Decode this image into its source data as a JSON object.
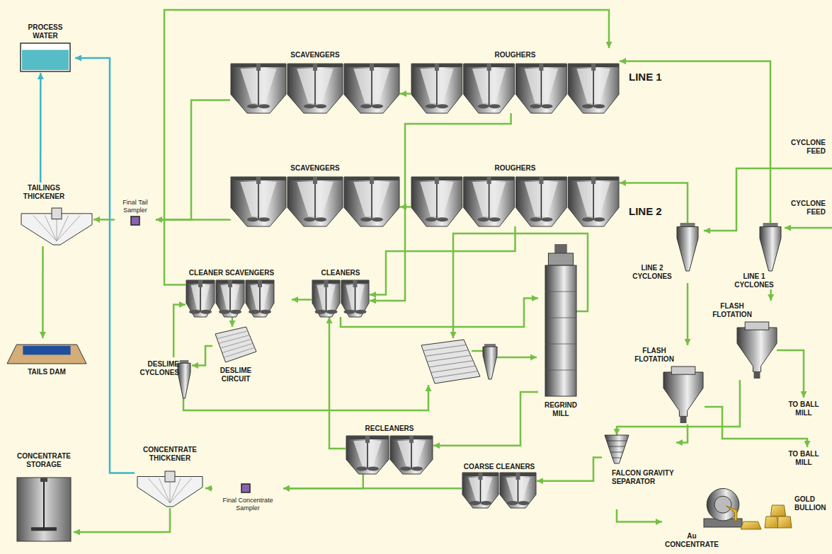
{
  "diagram": {
    "nodes": [
      {
        "text": [
          "PROCESS WATER"
        ]
      },
      {
        "text": [
          "SCAVENGERS"
        ]
      },
      {
        "text": [
          "ROUGHERS"
        ]
      },
      {
        "text": [
          "SCAVENGERS"
        ]
      },
      {
        "text": [
          "ROUGHERS"
        ]
      },
      {
        "text": [
          "TAILINGS THICKENER"
        ]
      },
      {
        "text": [
          "Final Tail Sampler"
        ]
      },
      {
        "text": [
          "CLEANER SCAVENGERS"
        ]
      },
      {
        "text": [
          "CLEANERS"
        ]
      },
      {
        "text": [
          "DESLIME CIRCUIT"
        ]
      },
      {
        "text": [
          "DESLIME CYCLONES"
        ]
      },
      {
        "text": [
          "TAILS DAM"
        ]
      },
      {
        "text": [
          "LINE 2 CYCLONES"
        ]
      },
      {
        "text": [
          "LINE 1 CYCLONES"
        ]
      },
      {
        "text": [
          "FLASH FLOTATION"
        ]
      },
      {
        "text": [
          "FLASH FLOTATION"
        ]
      },
      {
        "text": [
          "REGRIND MILL"
        ]
      },
      {
        "text": [
          "RECLEANERS"
        ]
      },
      {
        "text": [
          "CONCENTRATE THICKENER"
        ]
      },
      {
        "text": [
          "Final Concentrate Sampler"
        ]
      },
      {
        "text": [
          "CONCENTRATE STORAGE"
        ]
      },
      {
        "text": [
          "COARSE CLEANERS"
        ]
      },
      {
        "text": [
          "FALCON GRAVITY SEPARATOR"
        ]
      },
      {
        "text": [
          "Au CONCENTRATE"
        ]
      },
      {
        "text": [
          "GOLD BULLION"
        ]
      }
    ],
    "edges": [
      {
        "from": 2,
        "to": 1,
        "arrow": "to"
      },
      {
        "from": 4,
        "to": 3,
        "arrow": "to"
      },
      {
        "from": 3,
        "to": 6,
        "arrow": "none"
      },
      {
        "from": 1,
        "to": 6,
        "arrow": "to"
      },
      {
        "from": 6,
        "to": 5,
        "arrow": "to"
      },
      {
        "from": 5,
        "to": 0,
        "arrow": "to"
      },
      {
        "from": 18,
        "to": 0,
        "arrow": "to"
      },
      {
        "from": 5,
        "to": 11,
        "arrow": "to"
      },
      {
        "from": 13,
        "to": 2,
        "arrow": "to"
      },
      {
        "from": 12,
        "to": 4,
        "arrow": "to"
      },
      {
        "from": 13,
        "to": 15,
        "arrow": "to"
      },
      {
        "from": 12,
        "to": 14,
        "arrow": "to"
      },
      {
        "from": 15,
        "to": 22,
        "arrow": "to"
      },
      {
        "from": 14,
        "to": 22,
        "arrow": "to"
      },
      {
        "from": 22,
        "to": 21,
        "arrow": "to"
      },
      {
        "from": 22,
        "to": 23,
        "arrow": "to"
      },
      {
        "from": 21,
        "to": 19,
        "arrow": "to"
      },
      {
        "from": 17,
        "to": 19,
        "arrow": "to"
      },
      {
        "from": 16,
        "to": 17,
        "arrow": "to"
      },
      {
        "from": 8,
        "to": 16,
        "arrow": "to"
      },
      {
        "from": 17,
        "to": 8,
        "arrow": "to"
      },
      {
        "from": 2,
        "to": 8,
        "arrow": "to"
      },
      {
        "from": 4,
        "to": 8,
        "arrow": "to"
      },
      {
        "from": 8,
        "to": 7,
        "arrow": "to"
      },
      {
        "from": 7,
        "to": 9,
        "arrow": "to"
      },
      {
        "from": 9,
        "to": 10,
        "arrow": "to"
      },
      {
        "from": 10,
        "to": 7,
        "arrow": "to"
      },
      {
        "from": 7,
        "to": 2,
        "arrow": "to"
      },
      {
        "from": 18,
        "to": 20,
        "arrow": "to"
      },
      {
        "from": 19,
        "to": 18,
        "arrow": "to"
      }
    ],
    "labels": [
      "LINE 1",
      "LINE 2",
      "CYCLONE FEED",
      "CYCLONE FEED",
      "TO BALL MILL",
      "TO BALL MILL"
    ]
  }
}
